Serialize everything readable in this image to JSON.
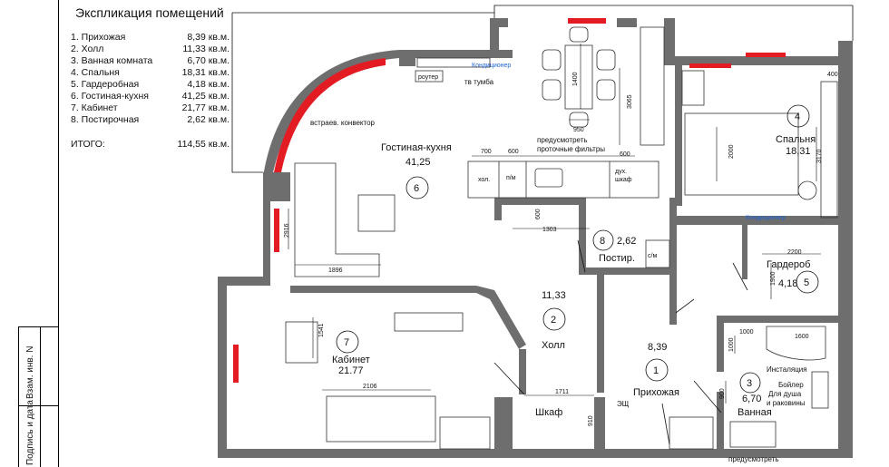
{
  "sidebar": {
    "inv_label": "Взам. инв. N",
    "sign_label": "Подпись и дата"
  },
  "legend": {
    "title": "Экспликация помещений",
    "rows": [
      {
        "name": "1. Прихожая",
        "area": "8,39 кв.м."
      },
      {
        "name": "2. Холл",
        "area": "11,33 кв.м."
      },
      {
        "name": "3. Ванная комната",
        "area": "6,70 кв.м."
      },
      {
        "name": "4. Спальня",
        "area": "18,31 кв.м."
      },
      {
        "name": "5. Гардеробная",
        "area": "4,18 кв.м."
      },
      {
        "name": "6. Гостиная-кухня",
        "area": "41,25 кв.м."
      },
      {
        "name": "7. Кабинет",
        "area": "21,77 кв.м."
      },
      {
        "name": "8. Постирочная",
        "area": "2,62 кв.м."
      }
    ],
    "total_label": "ИТОГО:",
    "total_value": "114,55 кв.м."
  },
  "rooms": {
    "living": {
      "name": "Гостиная-кухня",
      "area": "41,25",
      "num": "6"
    },
    "bedroom": {
      "num": "4",
      "name": "Спальня",
      "area": "18,31"
    },
    "laundry": {
      "num": "8",
      "area": "2,62",
      "name": "Постир."
    },
    "hall": {
      "area": "11,33",
      "num": "2",
      "name": "Холл"
    },
    "entry": {
      "area": "8,39",
      "num": "1",
      "name": "Прихожая"
    },
    "wardrobe": {
      "name": "Гардероб",
      "area": "4,18",
      "num": "5"
    },
    "study": {
      "num": "7",
      "name": "Кабинет",
      "area": "21.77"
    },
    "bath": {
      "num": "3",
      "area": "6,70",
      "name": "Ванная"
    }
  },
  "labels": {
    "conditioner": "Кондиционер",
    "router": "роутер",
    "tv": "тв тумба",
    "convector": "встраев. конвектор",
    "filters": "предусмотреть\nпроточные фильтры",
    "hol": "хол.",
    "pm": "п/м",
    "oven": "дух.\nшкаф",
    "sm": "с/м",
    "shkaf": "Шкаф",
    "shch": "ЭЩ",
    "install": "Инсталяция",
    "boiler": "Бойлер\nДля душа\nи раковины",
    "filters2": "предусмотреть\nпроточные фильтры"
  },
  "dims": {
    "d1400": "1400",
    "d950": "950",
    "d3065": "3065",
    "d700": "700",
    "d600a": "600",
    "d600b": "600",
    "d400": "400",
    "d2000": "2000",
    "d3170": "3170",
    "d600c": "600",
    "d1303": "1303",
    "d2916": "2916",
    "d1896": "1896",
    "d2200": "2200",
    "d1900": "1900",
    "d1541": "1541",
    "d2106": "2106",
    "d1711": "1711",
    "d910": "910",
    "d1000a": "1000",
    "d1600": "1600",
    "d1000b": "1000",
    "d900": "900"
  },
  "colors": {
    "wall": "#6e6e6e",
    "radiator": "#e31b23",
    "accent": "#1f63d6"
  }
}
